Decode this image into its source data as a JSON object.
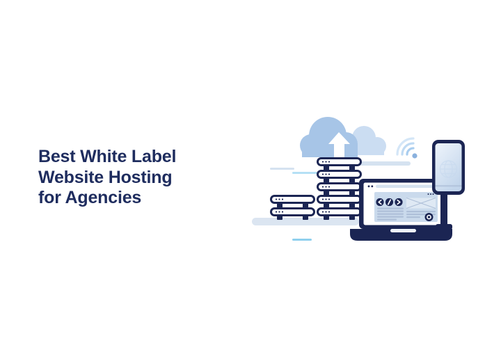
{
  "headline": {
    "lines": [
      "Best White Label",
      "Website Hosting",
      "for Agencies"
    ],
    "color": "#1e2c5e"
  },
  "illustration": {
    "alt": "Cloud hosting illustration with upload cloud, wifi signal, server stacks, laptop browser and smartphone",
    "colors": {
      "navy": "#1b2553",
      "cloud_main": "#a7c5e7",
      "cloud_light": "#cbddf2",
      "wifi_arc": "#a9cdef",
      "wifi_dot": "#8ab1de",
      "platform": "#dbe5f1",
      "panel": "#cadaec",
      "panel_line": "#aebfd8",
      "placeholder": "#dfe9f4",
      "line_gray": "#d5e2f0",
      "accent_cyan": "#8fd0ee",
      "accent_cyan_light": "#b5e0f5",
      "globe_line": "#c5d8ee",
      "screen_top": "#eef4fb",
      "screen_bottom": "#c3d6ec",
      "notch": "#eef3f9"
    }
  }
}
